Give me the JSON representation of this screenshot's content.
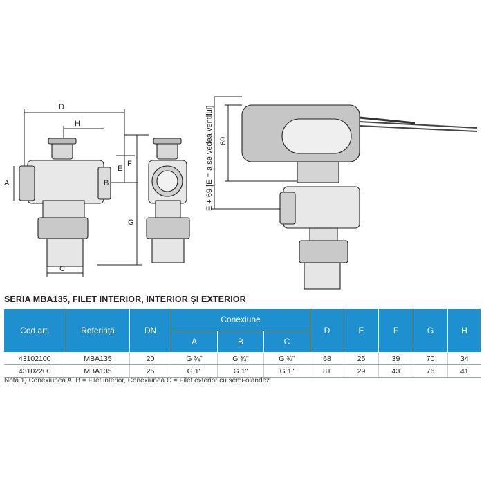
{
  "dimensions": {
    "D": "D",
    "H": "H",
    "E": "E",
    "F": "F",
    "G": "G",
    "A": "A",
    "B": "B",
    "C": "C",
    "sixty_nine": "69",
    "vertical_note": "E + 69 [E = a se vedea ventilul]"
  },
  "series_title": "SERIA MBA135, FILET INTERIOR, INTERIOR ȘI EXTERIOR",
  "table": {
    "headers": {
      "code": "Cod art.",
      "reference": "Referință",
      "dn": "DN",
      "connection": "Conexiune",
      "a": "A",
      "b": "B",
      "c": "C",
      "d": "D",
      "e": "E",
      "f": "F",
      "g": "G",
      "h": "H"
    },
    "rows": [
      [
        "43102100",
        "MBA135",
        "20",
        "G ¾\"",
        "G ¾\"",
        "G ¾\"",
        "68",
        "25",
        "39",
        "70",
        "34"
      ],
      [
        "43102200",
        "MBA135",
        "25",
        "G 1\"",
        "G 1\"",
        "G 1\"",
        "81",
        "29",
        "43",
        "76",
        "41"
      ]
    ]
  },
  "note": "Notă 1) Conexiunea A, B = Filet interior, Conexiunea C = Filet exterior cu semi-olandez",
  "colors": {
    "header_bg": "#1e90cf",
    "header_text": "#ffffff"
  }
}
